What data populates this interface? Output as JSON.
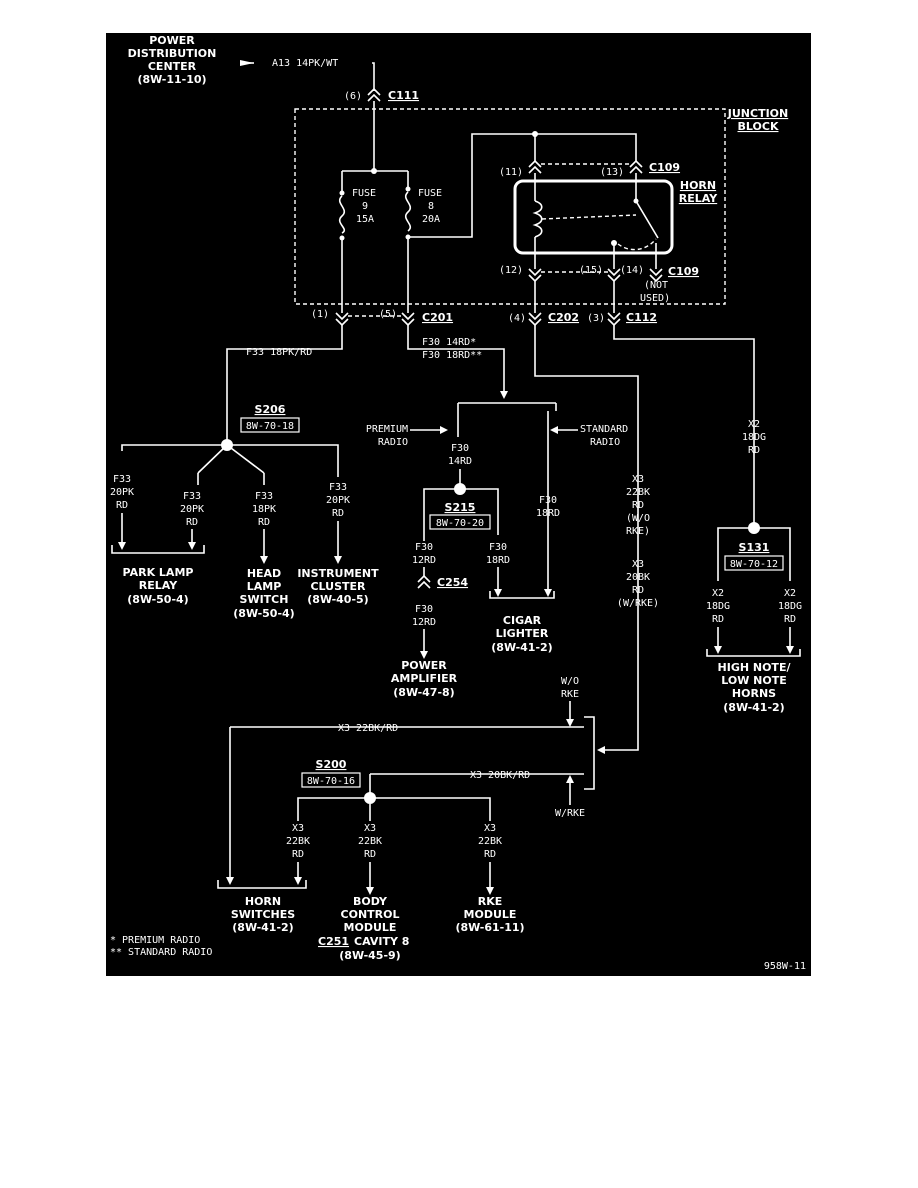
{
  "labels": {
    "pdc_1": "POWER",
    "pdc_2": "DISTRIBUTION",
    "pdc_3": "CENTER",
    "pdc_4": "(8W-11-10)",
    "a13": "A13 14PK/WT",
    "c111_pin": "(6)",
    "c111": "C111",
    "jb_1": "JUNCTION",
    "jb_2": "BLOCK",
    "fuse9_1": "FUSE",
    "fuse9_2": "9",
    "fuse9_3": "15A",
    "fuse8_1": "FUSE",
    "fuse8_2": "8",
    "fuse8_3": "20A",
    "pin11": "(11)",
    "pin13": "(13)",
    "c109_top": "C109",
    "horn_relay_1": "HORN",
    "horn_relay_2": "RELAY",
    "pin12": "(12)",
    "pin15": "(15)",
    "pin14": "(14)",
    "c109_bot": "C109",
    "not_used_1": "(NOT",
    "not_used_2": "USED)",
    "pin1": "(1)",
    "pin5": "(5)",
    "c201": "C201",
    "pin4": "(4)",
    "c202": "C202",
    "pin3": "(3)",
    "c112": "C112",
    "f33_18pkrd": "F33 18PK/RD",
    "f30_14rd_star": "F30 14RD*",
    "f30_18rd_star": "F30 18RD**",
    "s206": "S206",
    "s206_ref": "8W-70-18",
    "prem_radio_1": "PREMIUM",
    "prem_radio_2": "RADIO",
    "std_radio_1": "STANDARD",
    "std_radio_2": "RADIO",
    "x2_top_1": "X2",
    "x2_top_2": "18DG",
    "x2_top_3": "RD",
    "f33_pl_1": "F33",
    "f33_pl_2": "20PK",
    "f33_pl_3": "RD",
    "f33_pl2_1": "F33",
    "f33_pl2_2": "20PK",
    "f33_pl2_3": "RD",
    "f33_hl_1": "F33",
    "f33_hl_2": "18PK",
    "f33_hl_3": "RD",
    "f33_ic_1": "F33",
    "f33_ic_2": "20PK",
    "f33_ic_3": "RD",
    "f30_14_1": "F30",
    "f30_14_2": "14RD",
    "s215": "S215",
    "s215_ref": "8W-70-20",
    "f30_18_c_1": "F30",
    "f30_18_c_2": "18RD",
    "x3_wo_1": "X3",
    "x3_wo_2": "22BK",
    "x3_wo_3": "RD",
    "x3_wo_4": "(W/O",
    "x3_wo_5": "RKE)",
    "x3_w_1": "X3",
    "x3_w_2": "20BK",
    "x3_w_3": "RD",
    "x3_w_4": "(W/RKE)",
    "s131": "S131",
    "s131_ref": "8W-70-12",
    "f30_12_1": "F30",
    "f30_12_2": "12RD",
    "f30_18_b_1": "F30",
    "f30_18_b_2": "18RD",
    "c254": "C254",
    "f30_12b_1": "F30",
    "f30_12b_2": "12RD",
    "x2_l_1": "X2",
    "x2_l_2": "18DG",
    "x2_l_3": "RD",
    "x2_r_1": "X2",
    "x2_r_2": "18DG",
    "x2_r_3": "RD",
    "plr_1": "PARK LAMP",
    "plr_2": "RELAY",
    "plr_3": "(8W-50-4)",
    "hls_1": "HEAD",
    "hls_2": "LAMP",
    "hls_3": "SWITCH",
    "hls_4": "(8W-50-4)",
    "ic_1": "INSTRUMENT",
    "ic_2": "CLUSTER",
    "ic_3": "(8W-40-5)",
    "cig_1": "CIGAR",
    "cig_2": "LIGHTER",
    "cig_3": "(8W-41-2)",
    "pa_1": "POWER",
    "pa_2": "AMPLIFIER",
    "pa_3": "(8W-47-8)",
    "horns_1": "HIGH NOTE/",
    "horns_2": "LOW NOTE",
    "horns_3": "HORNS",
    "horns_4": "(8W-41-2)",
    "wo_rke_1": "W/O",
    "wo_rke_2": "RKE",
    "x3_22bkrd": "X3 22BK/RD",
    "s200": "S200",
    "s200_ref": "8W-70-16",
    "x3_20bkrd": "X3 20BK/RD",
    "w_rke": "W/RKE",
    "x3_hs_1": "X3",
    "x3_hs_2": "22BK",
    "x3_hs_3": "RD",
    "x3_bcm_1": "X3",
    "x3_bcm_2": "22BK",
    "x3_bcm_3": "RD",
    "x3_rke_1": "X3",
    "x3_rke_2": "22BK",
    "x3_rke_3": "RD",
    "hsw_1": "HORN",
    "hsw_2": "SWITCHES",
    "hsw_3": "(8W-41-2)",
    "bcm_1": "BODY",
    "bcm_2": "CONTROL",
    "bcm_3": "MODULE",
    "bcm_4a": "C251",
    "bcm_4b": "CAVITY 8",
    "bcm_5": "(8W-45-9)",
    "rke_1": "RKE",
    "rke_2": "MODULE",
    "rke_3": "(8W-61-11)",
    "note1": "*  PREMIUM RADIO",
    "note2": "** STANDARD RADIO",
    "fig_id": "958W-11"
  }
}
